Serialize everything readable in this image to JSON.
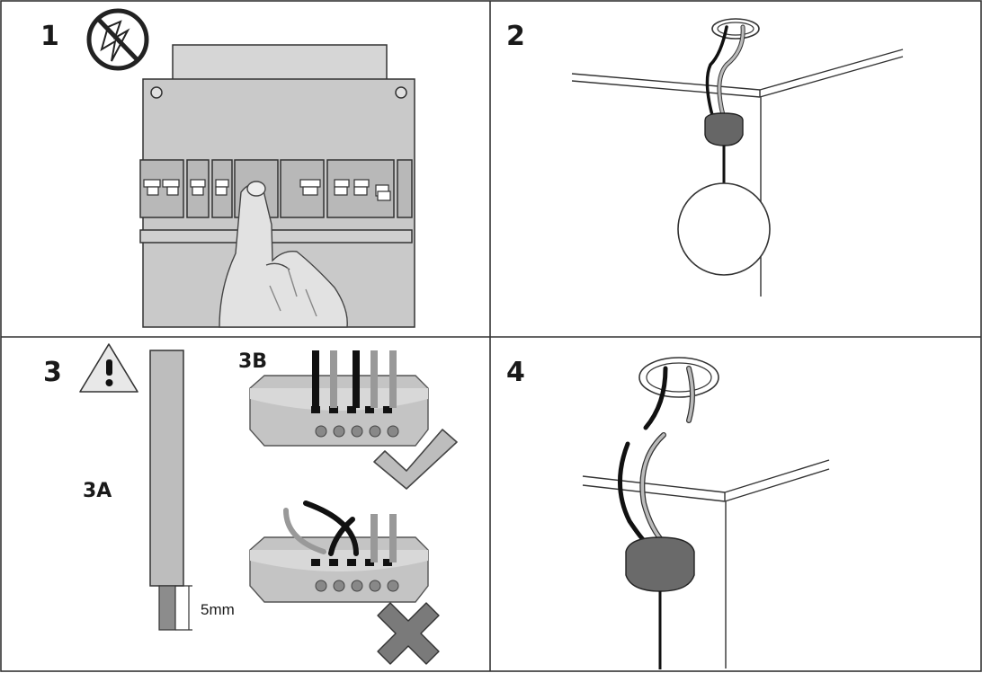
{
  "panels": [
    {
      "step": "1",
      "topic": "switch off power at breaker panel"
    },
    {
      "step": "2",
      "topic": "existing pendant lamp on ceiling"
    },
    {
      "step": "3",
      "topic": "wire stripping and insertion",
      "sublabels": {
        "strip": "3A",
        "insert": "3B"
      },
      "strip_length": "5mm"
    },
    {
      "step": "4",
      "topic": "wires from ceiling outlet"
    }
  ],
  "icons": [
    "no-power-icon",
    "warning-icon",
    "check-icon",
    "cross-icon"
  ],
  "colors": {
    "border": "#333333",
    "panel_fill": "#c8c8c8",
    "dark_wire": "#111111",
    "light_wire": "#a8a8a8",
    "canopy": "#6a6a6a",
    "connector": "#c4c4c4"
  }
}
